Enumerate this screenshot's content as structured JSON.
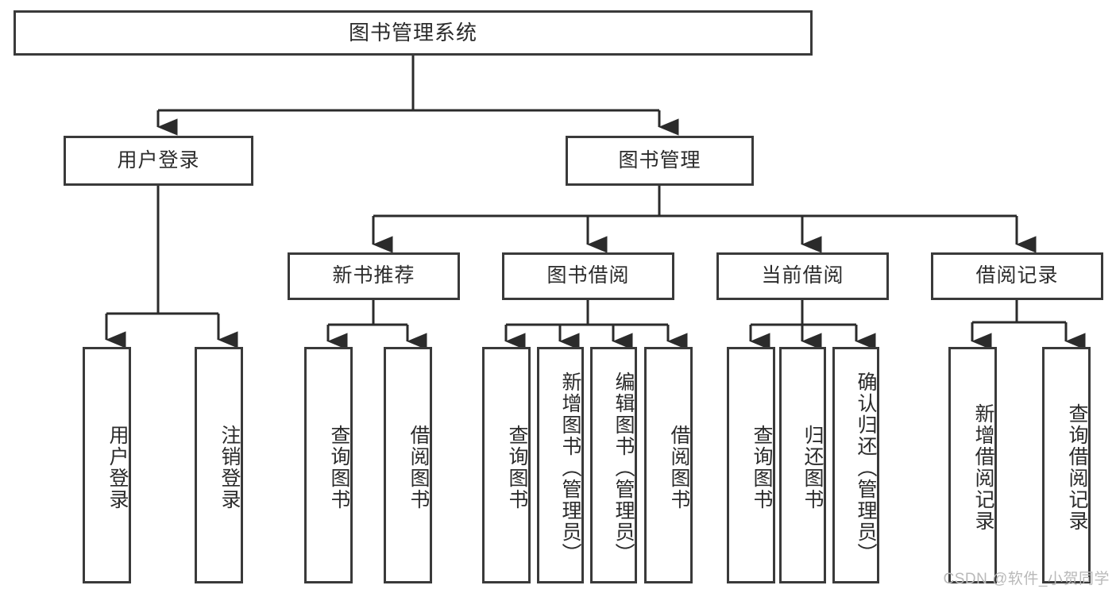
{
  "diagram": {
    "title": "图书管理系统",
    "type": "tree-hierarchy",
    "watermark": "CSDN @软件_小贺同学",
    "colors": {
      "box_border": "#3a3a3a",
      "box_fill": "#ffffff",
      "edge": "#2b2b2b",
      "text": "#2b2b2b",
      "watermark": "#b9b9b9"
    },
    "root": {
      "label": "图书管理系统"
    },
    "level2": [
      {
        "label": "用户登录"
      },
      {
        "label": "图书管理"
      }
    ],
    "level3": [
      {
        "label": "新书推荐"
      },
      {
        "label": "图书借阅"
      },
      {
        "label": "当前借阅"
      },
      {
        "label": "借阅记录"
      }
    ],
    "leaves": {
      "user_login": [
        {
          "label": "用户登录"
        },
        {
          "label": "注销登录"
        }
      ],
      "new_book_recommend": [
        {
          "label": "查询图书"
        },
        {
          "label": "借阅图书"
        }
      ],
      "book_borrow": [
        {
          "label": "查询图书"
        },
        {
          "label": "新增图书（管理员）"
        },
        {
          "label": "编辑图书（管理员）"
        },
        {
          "label": "借阅图书"
        }
      ],
      "current_borrow": [
        {
          "label": "查询图书"
        },
        {
          "label": "归还图书"
        },
        {
          "label": "确认归还（管理员）"
        }
      ],
      "borrow_record": [
        {
          "label": "新增借阅记录"
        },
        {
          "label": "查询借阅记录"
        }
      ]
    }
  }
}
